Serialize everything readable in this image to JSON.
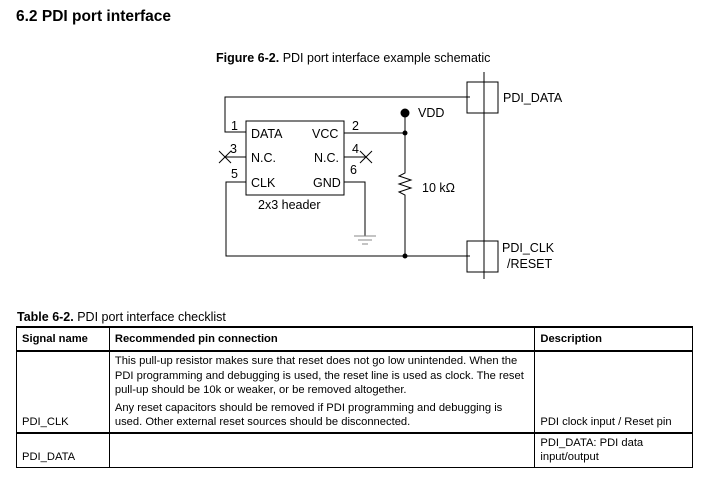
{
  "section": {
    "title": "6.2 PDI port interface"
  },
  "figure": {
    "label": "Figure 6-2.",
    "caption": " PDI port interface example schematic",
    "header": {
      "name": "2x3 header",
      "pins": [
        {
          "number": "1",
          "label": "DATA"
        },
        {
          "number": "2",
          "label": "VCC"
        },
        {
          "number": "3",
          "label": "N.C."
        },
        {
          "number": "4",
          "label": "N.C."
        },
        {
          "number": "5",
          "label": "CLK"
        },
        {
          "number": "6",
          "label": "GND"
        }
      ]
    },
    "supply": "VDD",
    "resistor": "10 kΩ",
    "ports": {
      "data": "PDI_DATA",
      "clk_line1": "PDI_CLK",
      "clk_line2": "/RESET"
    }
  },
  "table": {
    "label": "Table 6-2.",
    "caption": " PDI port interface checklist",
    "headers": [
      "Signal name",
      "Recommended pin connection",
      "Description"
    ],
    "rows": [
      {
        "signal": "PDI_CLK",
        "recommendation": [
          "This pull-up resistor makes sure that reset does not go low unintended. When the PDI programming and debugging is used, the reset line is used as clock. The reset pull-up should be 10k or weaker, or be removed altogether.",
          "Any reset capacitors should be removed if PDI programming and debugging is used. Other external reset sources should be disconnected."
        ],
        "description": "PDI clock input / Reset pin"
      },
      {
        "signal": "PDI_DATA",
        "recommendation": [],
        "description": "PDI_DATA: PDI data input/output"
      }
    ]
  }
}
